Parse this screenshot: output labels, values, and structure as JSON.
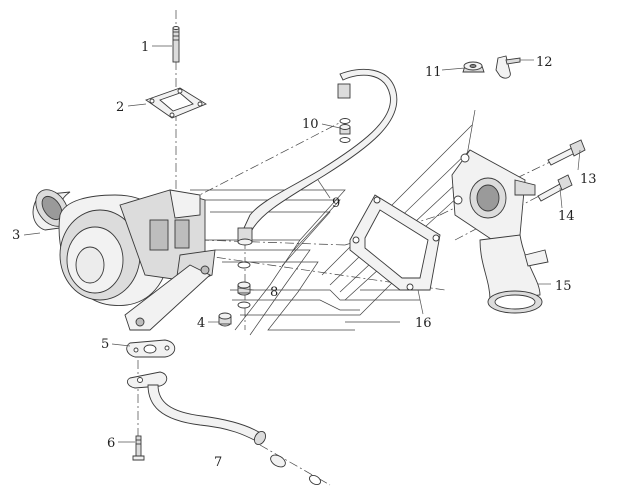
{
  "callouts": {
    "c1": "1",
    "c2": "2",
    "c3": "3",
    "c4": "4",
    "c5": "5",
    "c6": "6",
    "c7": "7",
    "c8": "8",
    "c9": "9",
    "c10": "10",
    "c11": "11",
    "c12": "12",
    "c13": "13",
    "c14": "14",
    "c15": "15",
    "c16": "16"
  },
  "colors": {
    "line": "#3a3a3a",
    "face_light": "#f2f2f2",
    "face_mid": "#dcdcdc",
    "face_dark": "#bdbdbd"
  }
}
